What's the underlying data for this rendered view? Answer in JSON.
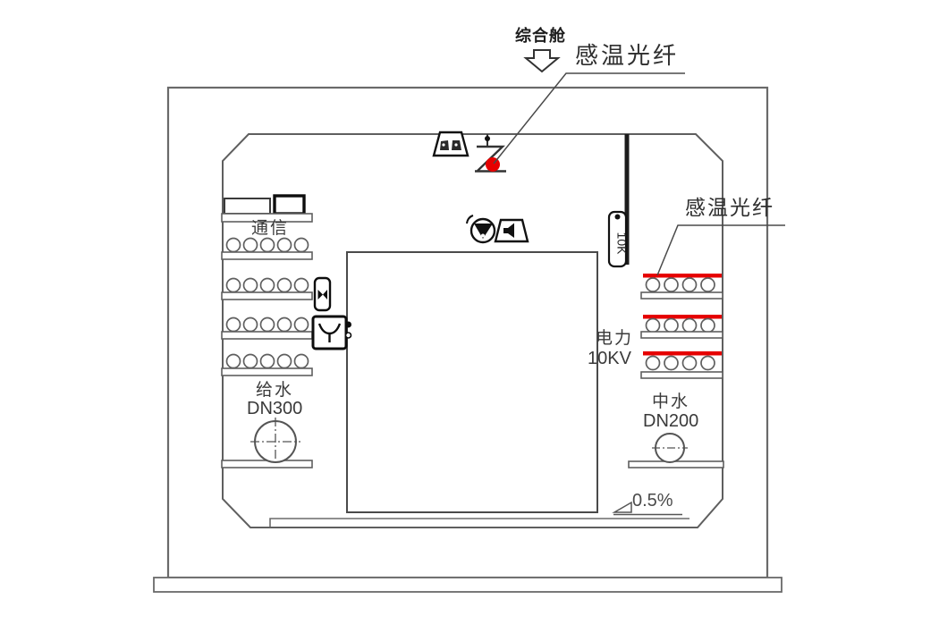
{
  "diagram": {
    "type": "utility-tunnel-cross-section",
    "labels": {
      "cabin": "综合舱",
      "fiber_top": "感温光纤",
      "fiber_right": "感温光纤",
      "comm": "通信",
      "water_supply_name": "给水",
      "water_supply_size": "DN300",
      "power_name": "电力",
      "power_voltage": "10KV",
      "reclaimed_water_name": "中水",
      "reclaimed_water_size": "DN200",
      "slope": "0.5%",
      "bracket_tag": "10K"
    },
    "colors": {
      "fiber_red": "#e60000",
      "line_gray": "#5f5f5f",
      "dark": "#141414"
    },
    "structure": {
      "left_cable_trays": {
        "rows_of_cables": 4,
        "cables_per_row": 5,
        "top_shelf_boxes": 2
      },
      "right_cable_trays": {
        "rows_of_cables": 3,
        "cables_per_row": 4,
        "red_fiber_lines": 3
      },
      "ceiling_sensor_points": 1,
      "pipes": [
        {
          "name": "给水",
          "size": "DN300",
          "side": "left"
        },
        {
          "name": "中水",
          "size": "DN200",
          "side": "right"
        }
      ]
    }
  }
}
